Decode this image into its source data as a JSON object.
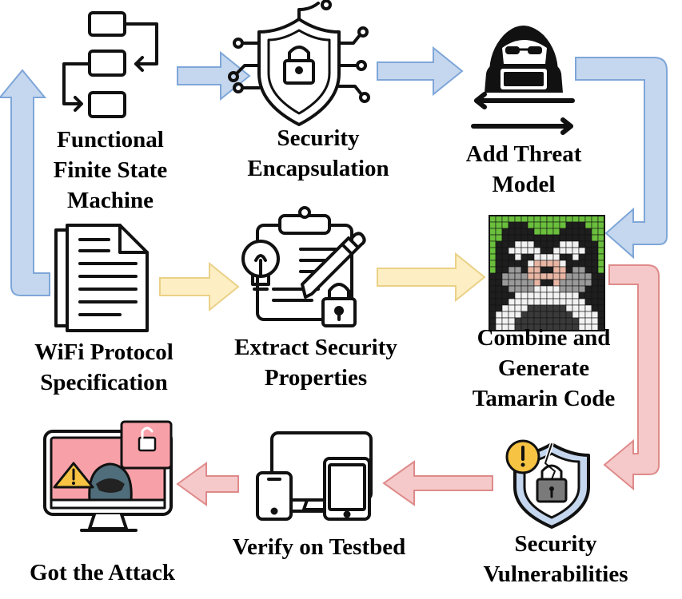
{
  "nodes": {
    "fsm": {
      "lines": [
        "Functional",
        "Finite State",
        "Machine"
      ],
      "icon": "flowchart-icon"
    },
    "encap": {
      "lines": [
        "Security",
        "Encapsulation"
      ],
      "icon": "shield-lock-icon"
    },
    "threat": {
      "lines": [
        "Add Threat",
        "Model"
      ],
      "icon": "hacker-icon"
    },
    "spec": {
      "lines": [
        "WiFi Protocol",
        "Specification"
      ],
      "icon": "document-icon"
    },
    "extract": {
      "lines": [
        "Extract Security",
        "Properties"
      ],
      "icon": "clipboard-lock-icon"
    },
    "tamarin": {
      "lines": [
        "Combine and",
        "Generate",
        "Tamarin Code"
      ],
      "icon": "tamarin-pixel-icon"
    },
    "vulns": {
      "lines": [
        "Security",
        "Vulnerabilities"
      ],
      "icon": "broken-shield-icon"
    },
    "verify": {
      "lines": [
        "Verify on Testbed"
      ],
      "icon": "devices-icon"
    },
    "attack": {
      "lines": [
        "Got the Attack"
      ],
      "icon": "monitor-hacker-icon"
    }
  },
  "colors": {
    "blue_flow": "#c5d7ee",
    "blue_stroke": "#7ea6d8",
    "yellow_flow": "#fdefc3",
    "yellow_stroke": "#ead187",
    "red_flow": "#f5c9c9",
    "red_stroke": "#df8a8a"
  }
}
